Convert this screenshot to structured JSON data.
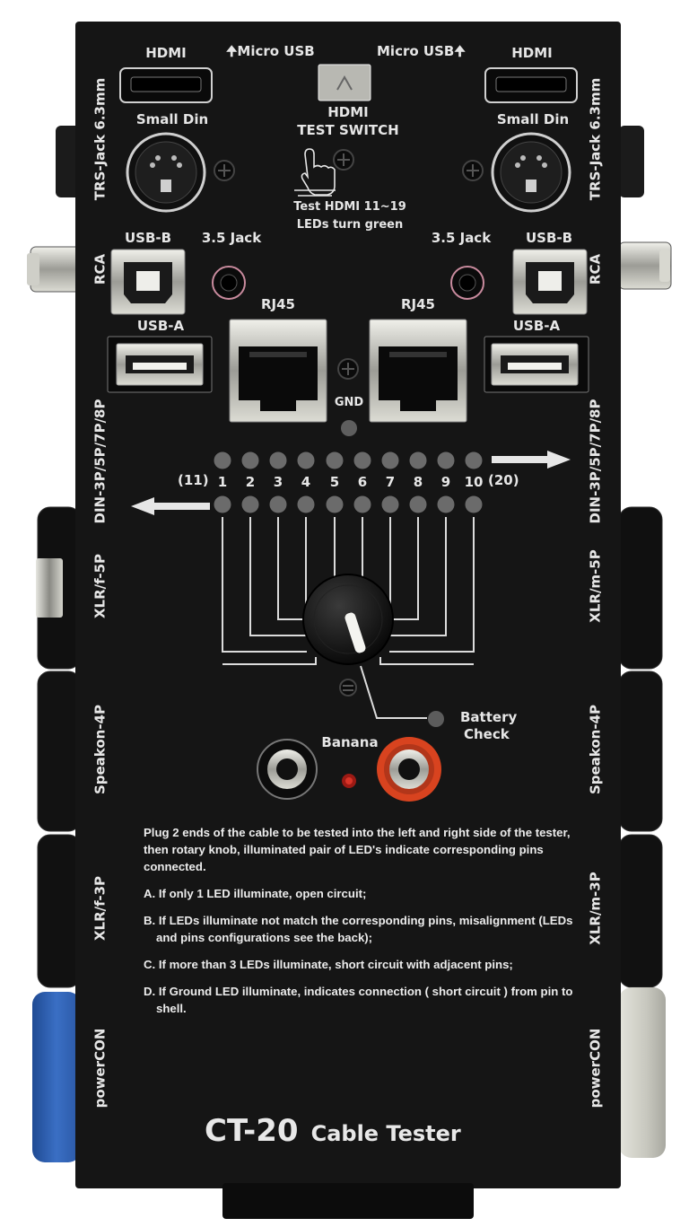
{
  "device": {
    "model": "CT-20",
    "title": "Cable Tester",
    "colors": {
      "body": "#151515",
      "text": "#e6e6e6",
      "blue": "#2f5fb0",
      "grey": "#cfcfc6",
      "led_off": "#6b6b6b",
      "banana_red": "#d8431f"
    }
  },
  "top": {
    "hdmi_left": "HDMI",
    "hdmi_right": "HDMI",
    "micro_usb_left": "Micro USB",
    "micro_usb_right": "Micro USB",
    "small_din_left": "Small Din",
    "small_din_right": "Small Din",
    "switch_line1": "HDMI",
    "switch_line2": "TEST SWITCH",
    "hint_line1": "Test HDMI 11~19",
    "hint_line2": "LEDs turn green"
  },
  "middle": {
    "usb_b_left": "USB-B",
    "usb_b_right": "USB-B",
    "jack35_left": "3.5 Jack",
    "jack35_right": "3.5 Jack",
    "rj45_left": "RJ45",
    "rj45_right": "RJ45",
    "usb_a_left": "USB-A",
    "usb_a_right": "USB-A",
    "gnd": "GND",
    "range_left": "(11)",
    "range_right": "(20)",
    "pins": [
      "1",
      "2",
      "3",
      "4",
      "5",
      "6",
      "7",
      "8",
      "9",
      "10"
    ],
    "battery_line1": "Battery",
    "battery_line2": "Check",
    "banana": "Banana"
  },
  "side_left": {
    "trs": "TRS-Jack 6.3mm",
    "rca": "RCA",
    "din": "DIN-3P/5P/7P/8P",
    "xlr5": "XLR/f-5P",
    "speakon": "Speakon-4P",
    "xlr3": "XLR/f-3P",
    "powercon": "powerCON"
  },
  "side_right": {
    "trs": "TRS-Jack 6.3mm",
    "rca": "RCA",
    "din": "DIN-3P/5P/7P/8P",
    "xlr5": "XLR/m-5P",
    "speakon": "Speakon-4P",
    "xlr3": "XLR/m-3P",
    "powercon": "powerCON"
  },
  "instructions": {
    "intro": "Plug 2 ends of the cable to be tested into the left and right side of the tester, then rotary knob, illuminated pair of LED's indicate corresponding pins connected.",
    "a": "A. If only 1 LED illuminate,  open circuit;",
    "b": "B. If LEDs illuminate not match the corresponding pins, misalignment (LEDs and pins configurations see the back);",
    "c": "C. If more than 3 LEDs illuminate, short circuit with adjacent pins;",
    "d": "D. If Ground LED illuminate, indicates connection ( short circuit )  from pin to shell."
  }
}
